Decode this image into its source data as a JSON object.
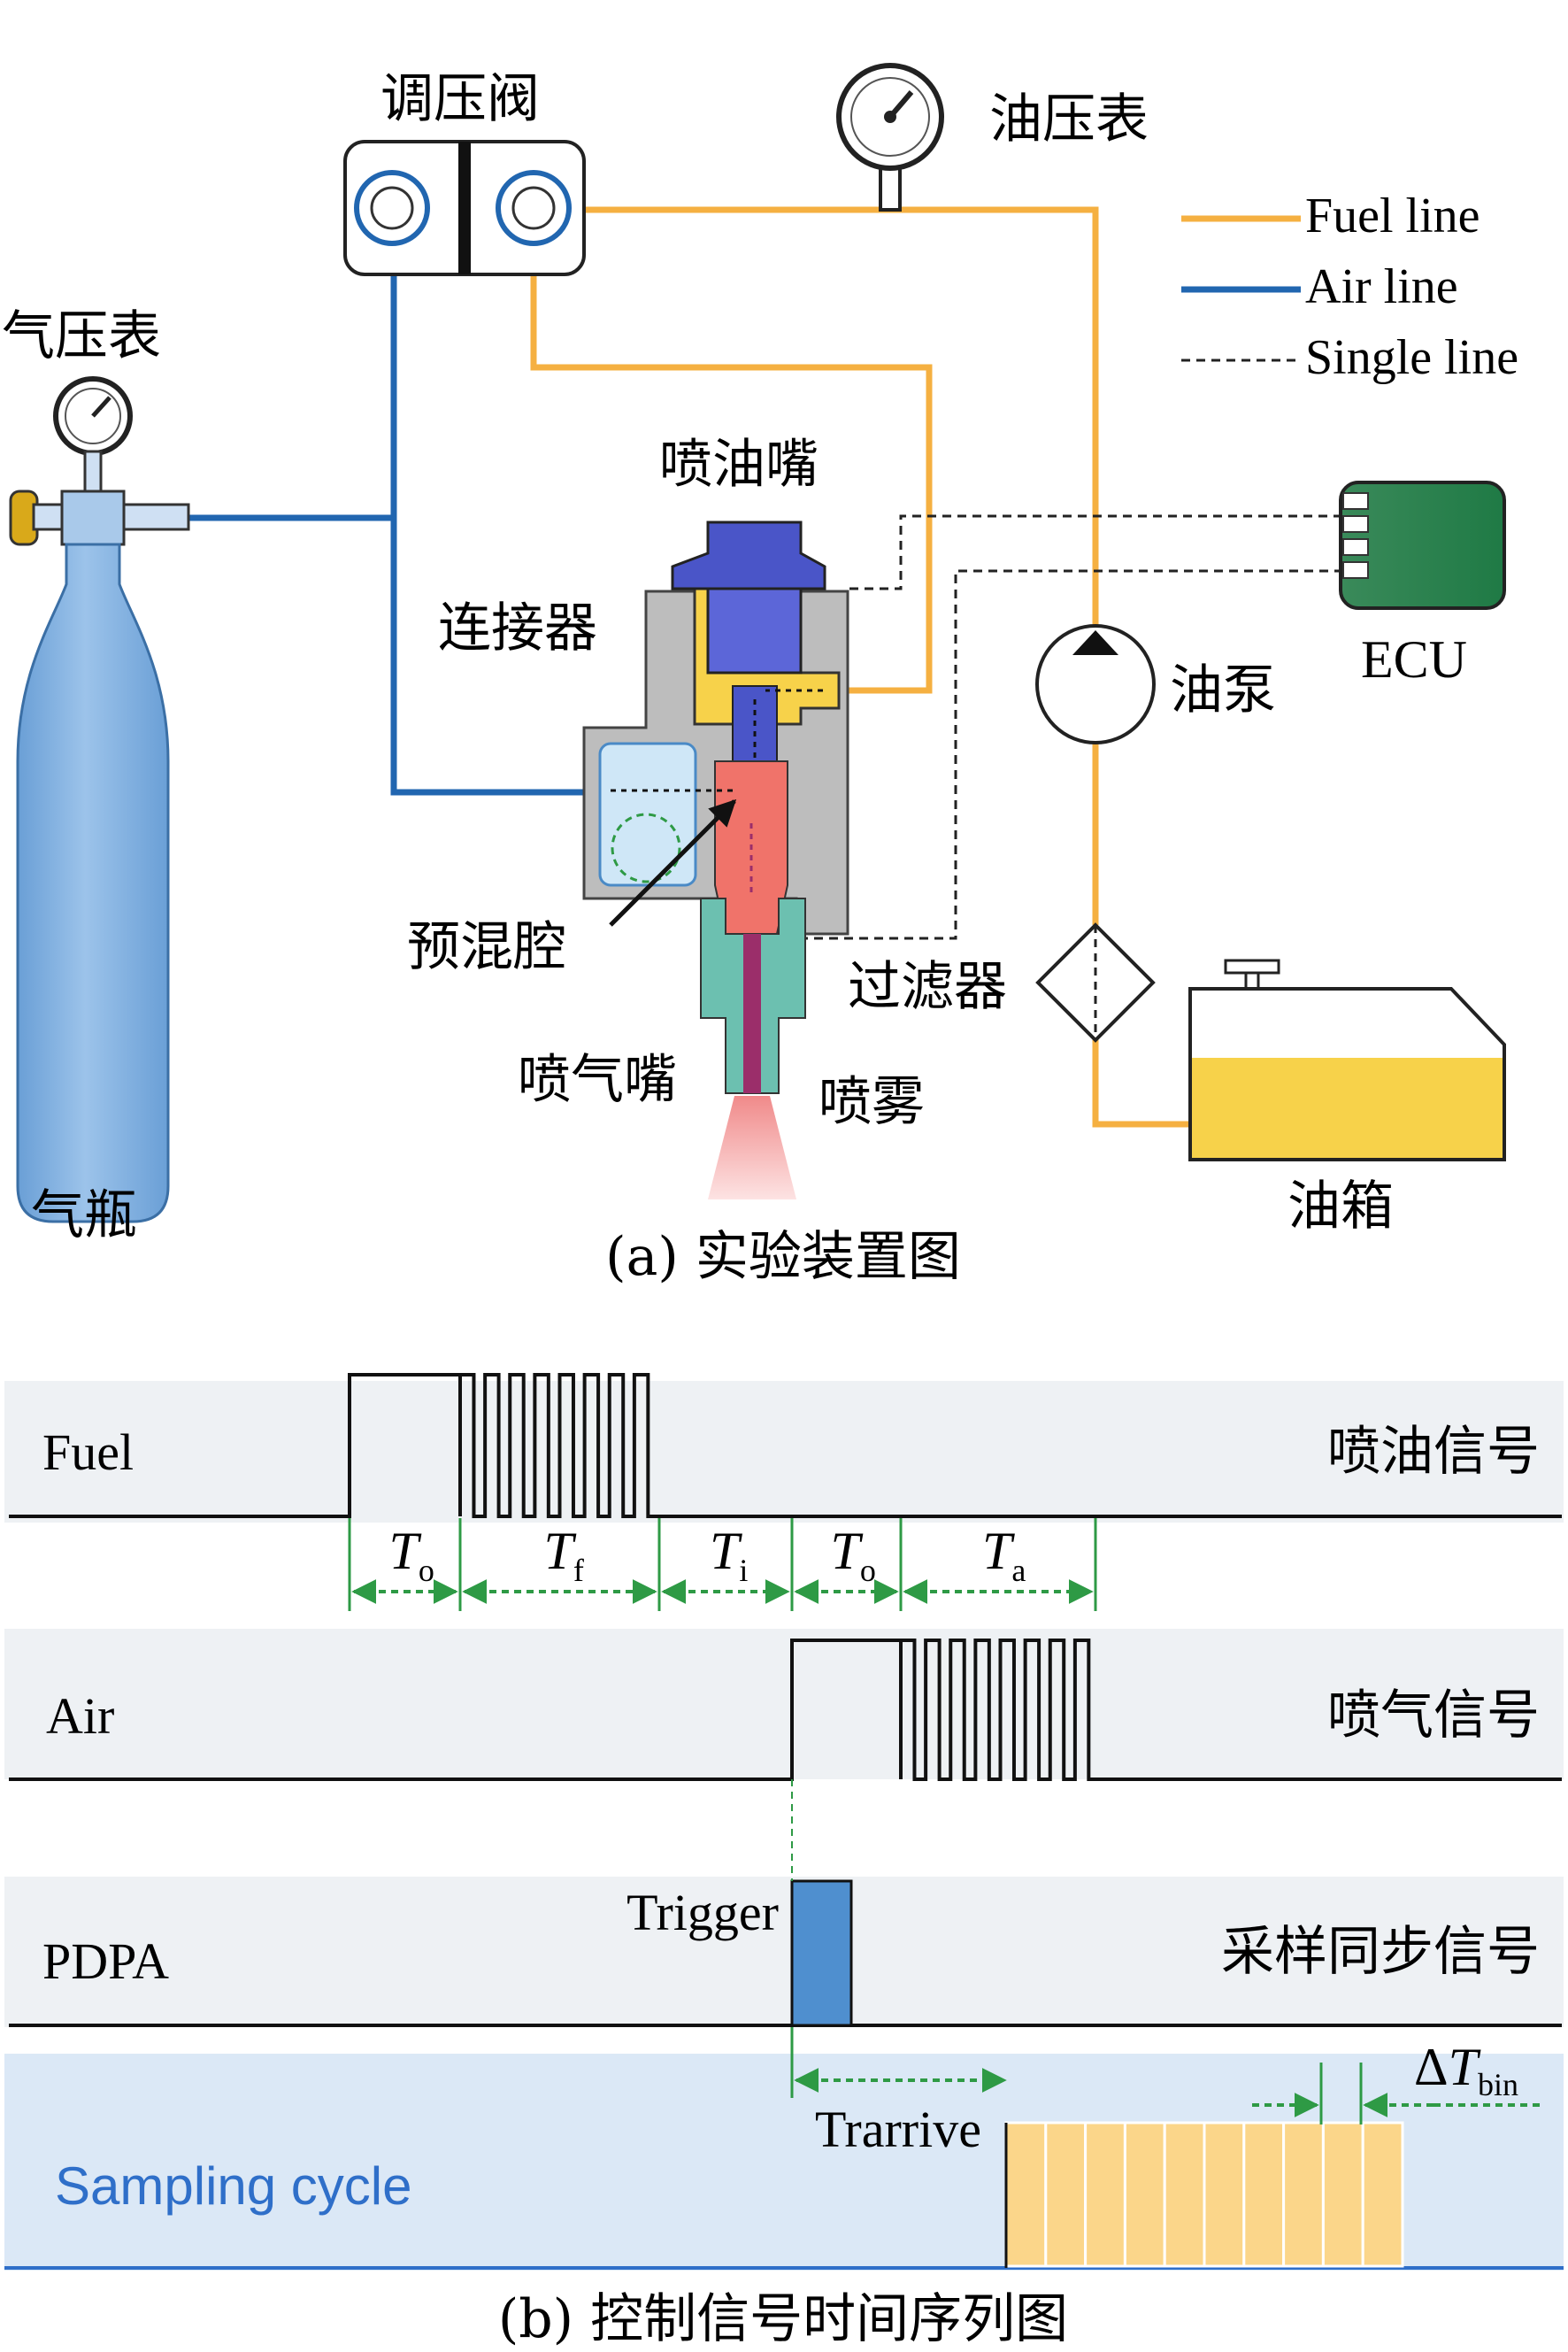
{
  "setup": {
    "caption": "(a) 实验装置图",
    "labels": {
      "pressure_valve": "调压阀",
      "oil_gauge": "油压表",
      "air_gauge": "气压表",
      "injector": "喷油嘴",
      "connector": "连接器",
      "premix_chamber": "预混腔",
      "air_nozzle": "喷气嘴",
      "spray": "喷雾",
      "filter": "过滤器",
      "oil_pump": "油泵",
      "ecu": "ECU",
      "tank": "油箱",
      "cylinder": "气瓶"
    },
    "legend": [
      {
        "label": "Fuel line",
        "color": "#f5b041",
        "style": "solid"
      },
      {
        "label": "Air line",
        "color": "#2166b0",
        "style": "solid"
      },
      {
        "label": "Single line",
        "color": "#222222",
        "style": "dashed"
      }
    ],
    "colors": {
      "fuel": "#f5b041",
      "air": "#2166b0",
      "cylinder": "#7fb0e0",
      "injector_body": "#4a55c8",
      "premix": "#f0736a",
      "nozzle": "#5fb8a6",
      "ecu": "#2e9a5a",
      "tank_fuel": "#f7d24a"
    }
  },
  "timing": {
    "caption": "(b) 控制信号时间序列图",
    "signals": [
      {
        "name": "Fuel",
        "desc": "喷油信号"
      },
      {
        "name": "Air",
        "desc": "喷气信号"
      },
      {
        "name": "PDPA",
        "desc": "采样同步信号"
      }
    ],
    "intervals": [
      {
        "sym": "T",
        "sub": "o"
      },
      {
        "sym": "T",
        "sub": "f"
      },
      {
        "sym": "T",
        "sub": "i"
      },
      {
        "sym": "T",
        "sub": "o"
      },
      {
        "sym": "T",
        "sub": "a"
      }
    ],
    "trigger_label": "Trigger",
    "arrive_label": "Trarrive",
    "bin_label": {
      "prefix": "Δ",
      "sym": "T",
      "sub": "bin"
    },
    "sampling_label": "Sampling cycle",
    "fuel_pulses": 8,
    "air_pulses": 8,
    "sampling_bins": 10,
    "colors": {
      "band": "#eef1f4",
      "sampling_band": "#dbe8f6",
      "sampling_text": "#2f6fc9",
      "trigger": "#4f8fcf",
      "bins": "#fbd68a",
      "arrow": "#2e9a45"
    }
  }
}
